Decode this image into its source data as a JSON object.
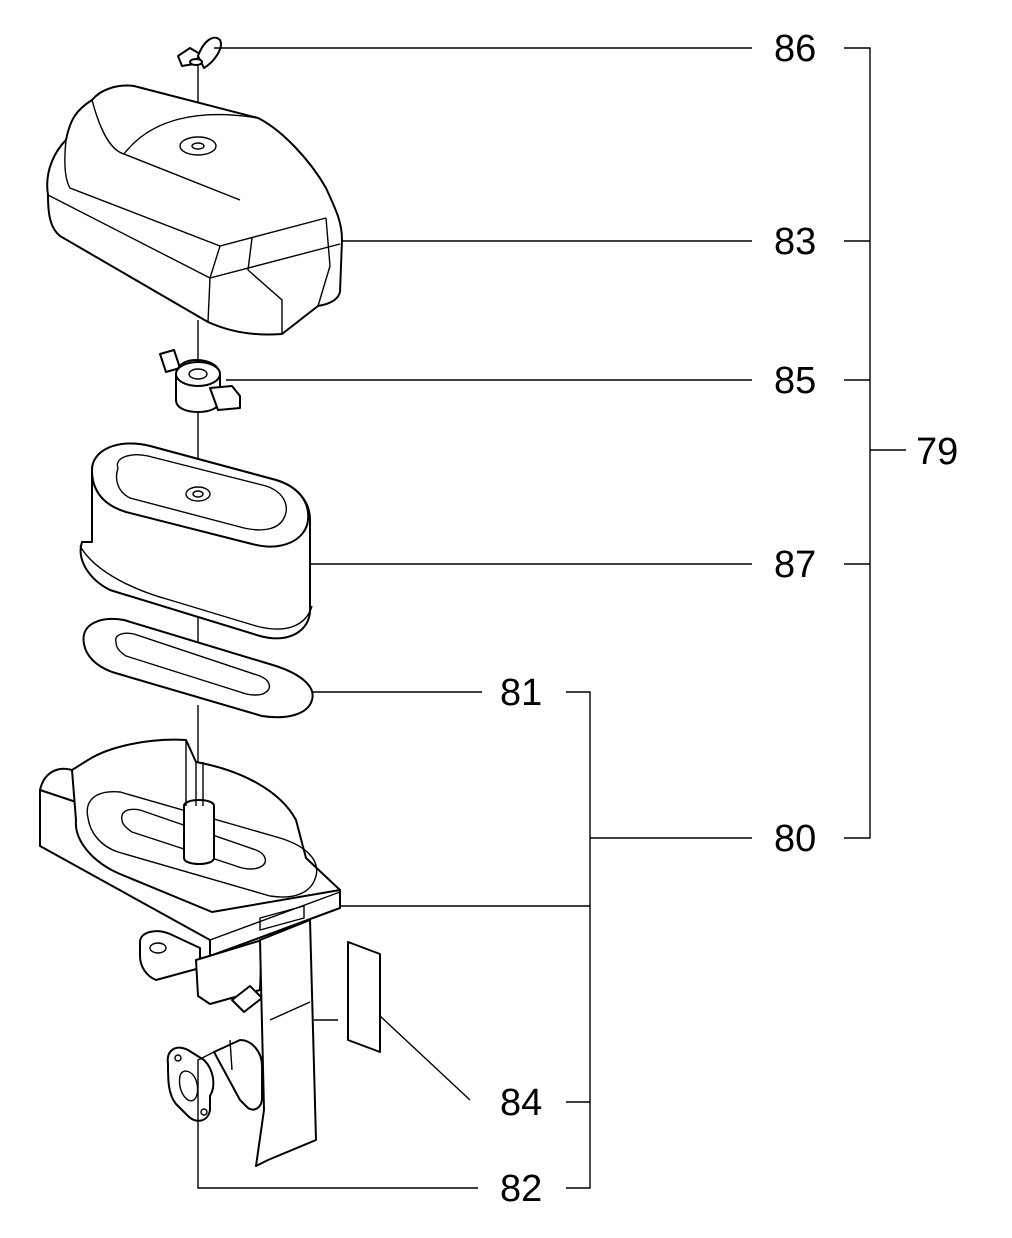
{
  "callouts": {
    "n86": "86",
    "n83": "83",
    "n85": "85",
    "n79": "79",
    "n87": "87",
    "n81": "81",
    "n80": "80",
    "n84": "84",
    "n82": "82"
  },
  "colors": {
    "line": "#000000",
    "background": "#ffffff"
  }
}
